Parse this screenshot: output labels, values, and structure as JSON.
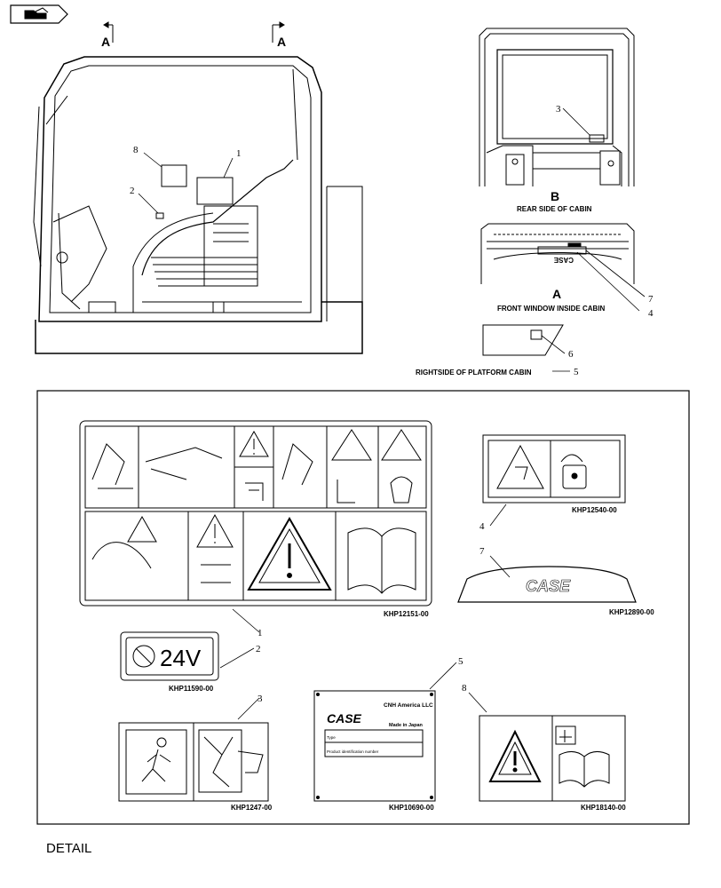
{
  "section_marks": {
    "left": "A",
    "right": "A"
  },
  "views": {
    "rear": {
      "letter": "B",
      "caption": "REAR SIDE OF CABIN"
    },
    "front": {
      "letter": "A",
      "caption": "FRONT WINDOW INSIDE CABIN",
      "logo": "CASE"
    },
    "platform": {
      "caption": "RIGHTSIDE OF PLATFORM CABIN"
    }
  },
  "callouts": {
    "main_1": "1",
    "main_2": "2",
    "main_8": "8",
    "rear_3": "3",
    "front_7": "7",
    "front_4": "4",
    "plat_6": "6",
    "plat_5": "5"
  },
  "decals": [
    {
      "ref": "1",
      "part": "KHP12151-00"
    },
    {
      "ref": "2",
      "part": "KHP11590-00",
      "text": "24V"
    },
    {
      "ref": "3",
      "part": "KHP1247-00"
    },
    {
      "ref": "4",
      "part": "KHP12540-00"
    },
    {
      "ref": "5",
      "part": "KHP10690-00"
    },
    {
      "ref": "7",
      "part": "KHP12890-00",
      "text": "CASE"
    },
    {
      "ref": "8",
      "part": "KHP18140-00"
    }
  ],
  "plate": {
    "brand": "CASE",
    "company": "CNH America LLC",
    "origin": "Made in Japan",
    "type_label": "Type",
    "pin_label": "Product identification number"
  },
  "detail_label": "DETAIL"
}
